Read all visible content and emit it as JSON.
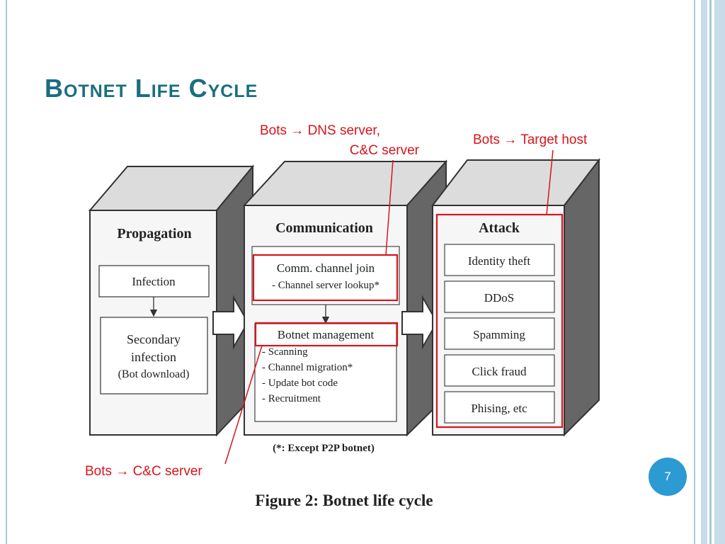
{
  "slide": {
    "title": "Botnet Life Cycle",
    "page_number": "7"
  },
  "diagram": {
    "stages": [
      {
        "title": "Propagation",
        "boxes": [
          "Infection",
          "Secondary",
          "infection",
          "(Bot download)"
        ]
      },
      {
        "title": "Communication",
        "channel_box": [
          "Comm. channel join",
          "- Channel server lookup*"
        ],
        "management_title": "Botnet management",
        "management_items": [
          "- Scanning",
          "- Channel migration*",
          "- Update bot code",
          "- Recruitment"
        ]
      },
      {
        "title": "Attack",
        "items": [
          "Identity theft",
          "DDoS",
          "Spamming",
          "Click fraud",
          "Phising, etc"
        ]
      }
    ],
    "footnote": "(*: Except P2P botnet)",
    "caption": "Figure 2: Botnet life cycle",
    "annotations": {
      "dns_line1": "Bots → DNS server,",
      "dns_line2": "C&C server",
      "target": "Bots → Target host",
      "cc": "Bots →  C&C server"
    },
    "colors": {
      "title": "#1a6e7f",
      "highlight": "#d8141b",
      "badge": "#2c9ad3"
    }
  }
}
